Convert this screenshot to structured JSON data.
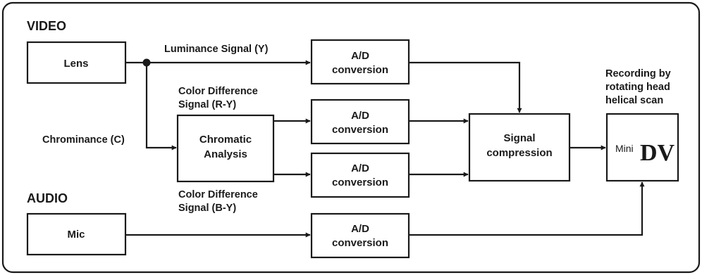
{
  "sections": {
    "video": "VIDEO",
    "audio": "AUDIO"
  },
  "boxes": {
    "lens": "Lens",
    "mic": "Mic",
    "ad_luminance": [
      "A/D",
      "conversion"
    ],
    "ad_ry": [
      "A/D",
      "conversion"
    ],
    "ad_by": [
      "A/D",
      "conversion"
    ],
    "ad_audio": [
      "A/D",
      "conversion"
    ],
    "chromatic": [
      "Chromatic",
      "Analysis"
    ],
    "compression": [
      "Signal",
      "compression"
    ],
    "minidv": {
      "mini": "Mini",
      "dv": "DV"
    }
  },
  "labels": {
    "luminance": "Luminance Signal (Y)",
    "chrominance": "Chrominance (C)",
    "ry": [
      "Color Difference",
      "Signal (R-Y)"
    ],
    "by": [
      "Color Difference",
      "Signal (B-Y)"
    ],
    "recording": [
      "Recording by",
      "rotating head",
      "helical scan"
    ]
  }
}
